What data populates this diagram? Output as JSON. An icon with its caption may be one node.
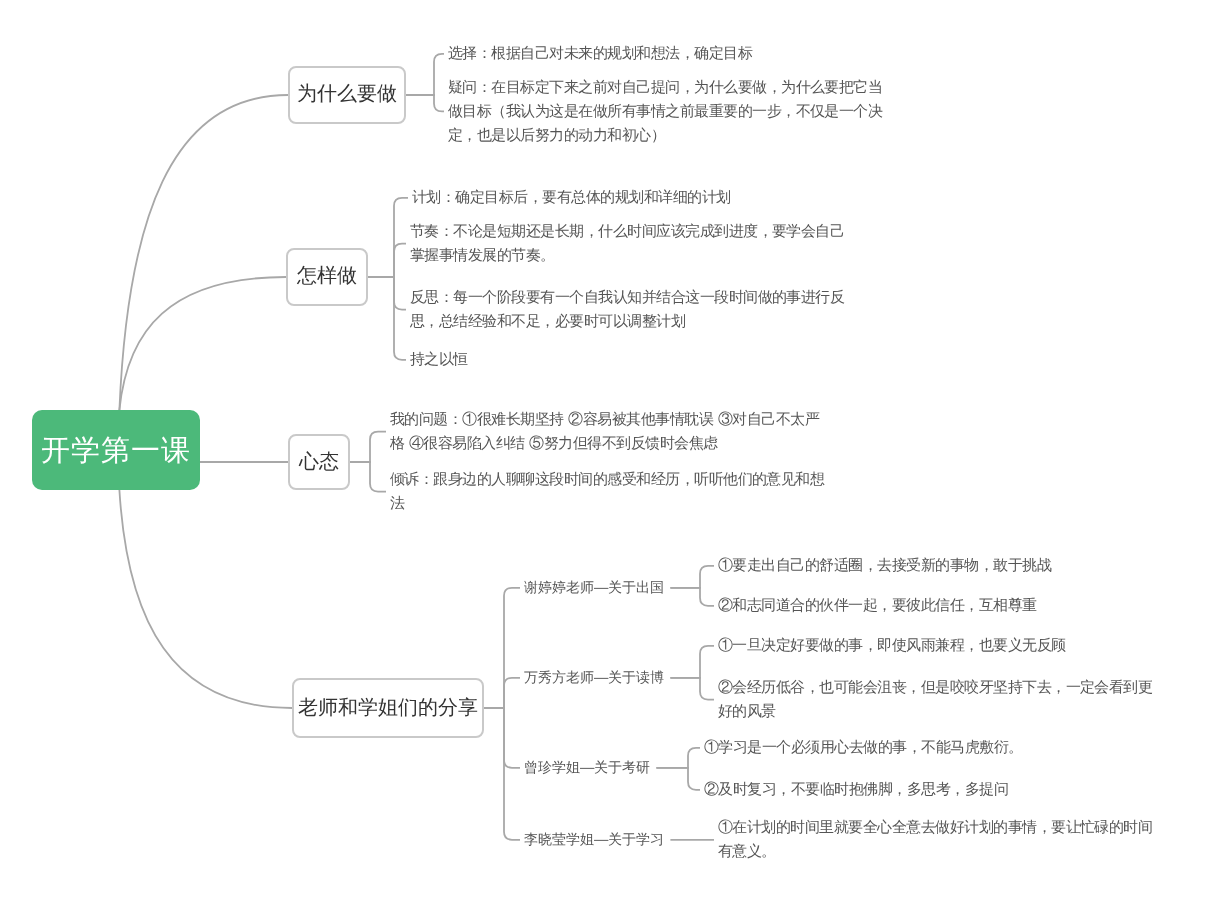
{
  "diagram": {
    "nodes": [
      {
        "text": [
          "开学第一课"
        ]
      },
      {
        "text": [
          "为什么要做"
        ]
      },
      {
        "text": [
          "选择：根据自己对未来的规划和想法，确定目标"
        ]
      },
      {
        "text": [
          "疑问：在目标定下来之前对自己提问，为什么要做，为什么要把它当做目标（我认为这是在做所有事情之前最重要的一步，不仅是一个决定，也是以后努力的动力和初心）"
        ]
      },
      {
        "text": [
          "怎样做"
        ]
      },
      {
        "text": [
          "计划：确定目标后，要有总体的规划和详细的计划"
        ]
      },
      {
        "text": [
          "节奏：不论是短期还是长期，什么时间应该完成到进度，要学会自己掌握事情发展的节奏。"
        ]
      },
      {
        "text": [
          "反思：每一个阶段要有一个自我认知并结合这一段时间做的事进行反思，总结经验和不足，必要时可以调整计划"
        ]
      },
      {
        "text": [
          "持之以恒"
        ]
      },
      {
        "text": [
          "心态"
        ]
      },
      {
        "text": [
          "我的问题：①很难长期坚持 ②容易被其他事情耽误 ③对自己不太严格 ④很容易陷入纠结 ⑤努力但得不到反馈时会焦虑"
        ]
      },
      {
        "text": [
          "倾诉：跟身边的人聊聊这段时间的感受和经历，听听他们的意见和想法"
        ]
      },
      {
        "text": [
          "老师和学姐们的分享"
        ]
      },
      {
        "text": [
          "谢婷婷老师—关于出国"
        ]
      },
      {
        "text": [
          "①要走出自己的舒适圈，去接受新的事物，敢于挑战"
        ]
      },
      {
        "text": [
          "②和志同道合的伙伴一起，要彼此信任，互相尊重"
        ]
      },
      {
        "text": [
          "万秀方老师—关于读博"
        ]
      },
      {
        "text": [
          "①一旦决定好要做的事，即使风雨兼程，也要义无反顾"
        ]
      },
      {
        "text": [
          "②会经历低谷，也可能会沮丧，但是咬咬牙坚持下去，一定会看到更好的风景"
        ]
      },
      {
        "text": [
          "曾珍学姐—关于考研"
        ]
      },
      {
        "text": [
          "①学习是一个必须用心去做的事，不能马虎敷衍。"
        ]
      },
      {
        "text": [
          "②及时复习，不要临时抱佛脚，多思考，多提问"
        ]
      },
      {
        "text": [
          "李晓莹学姐—关于学习"
        ]
      },
      {
        "text": [
          "①在计划的时间里就要全心全意去做好计划的事情，要让忙碌的时间有意义。"
        ]
      }
    ],
    "edges": [
      {
        "from": 0,
        "to": 1,
        "arrow": "none"
      },
      {
        "from": 0,
        "to": 4,
        "arrow": "none"
      },
      {
        "from": 0,
        "to": 9,
        "arrow": "none"
      },
      {
        "from": 0,
        "to": 12,
        "arrow": "none"
      },
      {
        "from": 1,
        "to": 2,
        "arrow": "none"
      },
      {
        "from": 1,
        "to": 3,
        "arrow": "none"
      },
      {
        "from": 4,
        "to": 5,
        "arrow": "none"
      },
      {
        "from": 4,
        "to": 6,
        "arrow": "none"
      },
      {
        "from": 4,
        "to": 7,
        "arrow": "none"
      },
      {
        "from": 4,
        "to": 8,
        "arrow": "none"
      },
      {
        "from": 9,
        "to": 10,
        "arrow": "none"
      },
      {
        "from": 9,
        "to": 11,
        "arrow": "none"
      },
      {
        "from": 12,
        "to": 13,
        "arrow": "none"
      },
      {
        "from": 12,
        "to": 16,
        "arrow": "none"
      },
      {
        "from": 12,
        "to": 19,
        "arrow": "none"
      },
      {
        "from": 12,
        "to": 22,
        "arrow": "none"
      },
      {
        "from": 13,
        "to": 14,
        "arrow": "none"
      },
      {
        "from": 13,
        "to": 15,
        "arrow": "none"
      },
      {
        "from": 16,
        "to": 17,
        "arrow": "none"
      },
      {
        "from": 16,
        "to": 18,
        "arrow": "none"
      },
      {
        "from": 19,
        "to": 20,
        "arrow": "none"
      },
      {
        "from": 19,
        "to": 21,
        "arrow": "none"
      },
      {
        "from": 22,
        "to": 23,
        "arrow": "none"
      }
    ]
  }
}
